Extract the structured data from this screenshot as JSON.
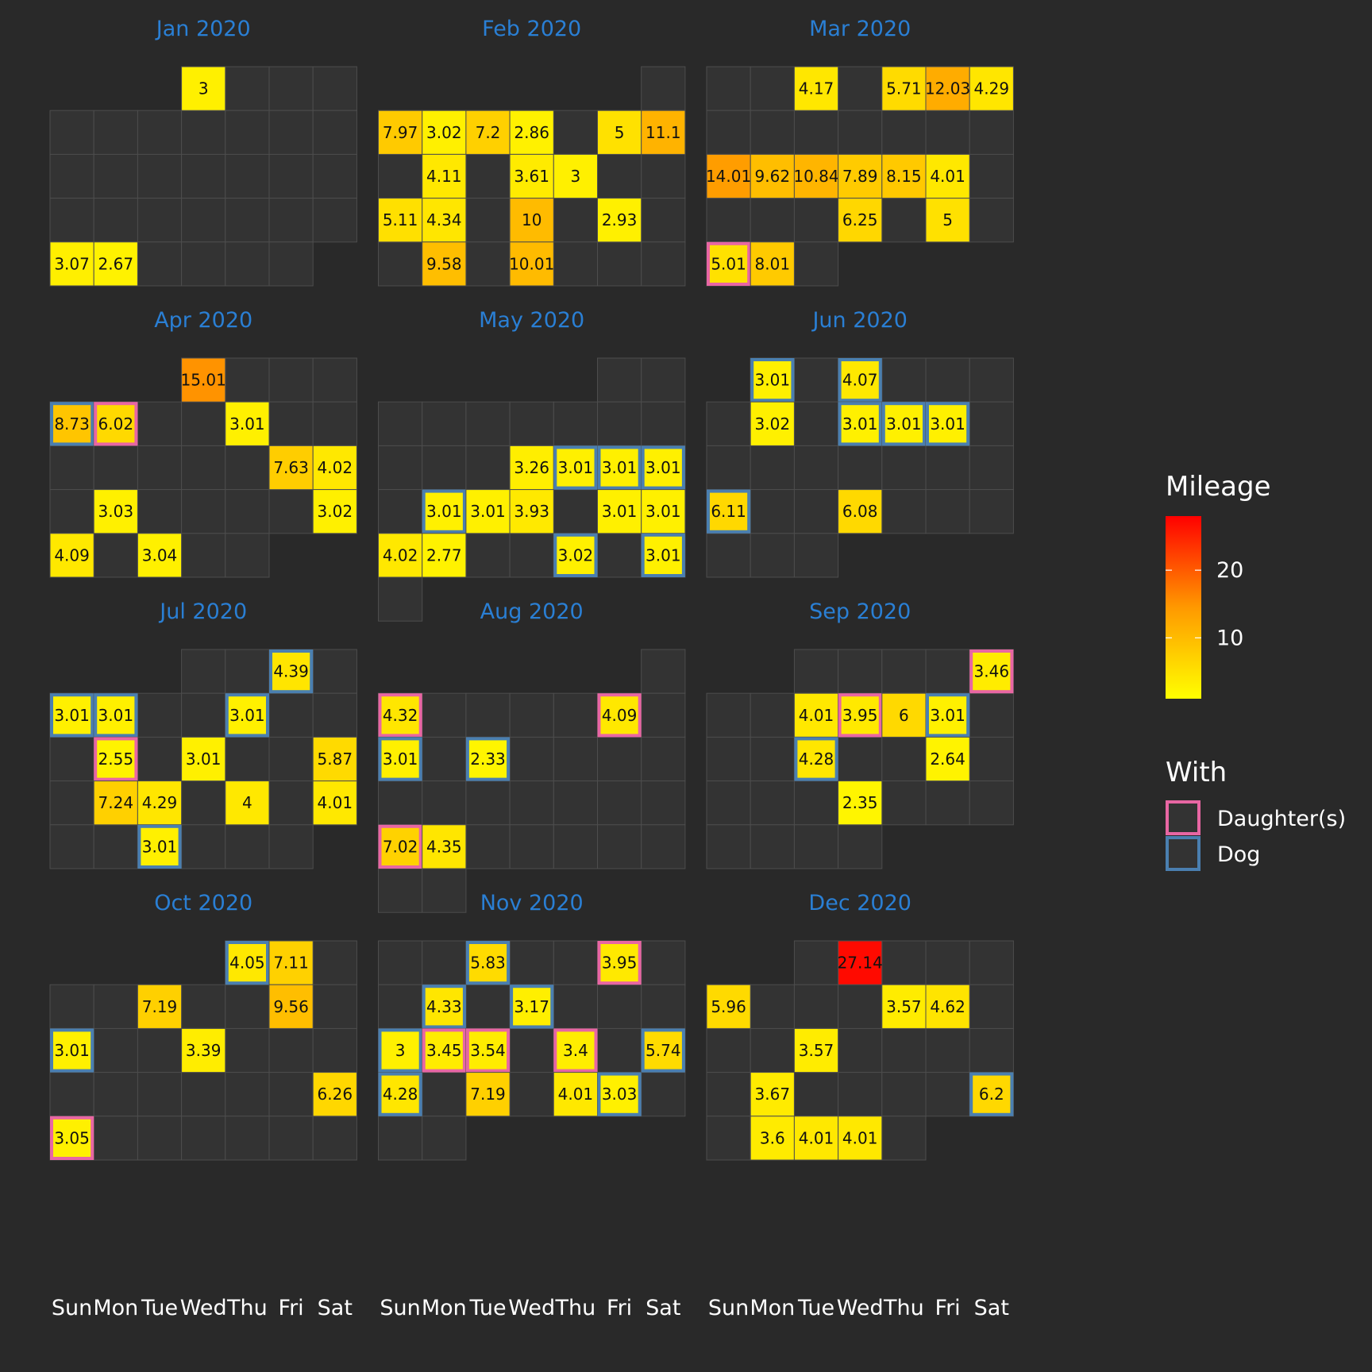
{
  "chart_data": {
    "type": "heatmap",
    "style": {
      "background": "#292929",
      "empty_cell": "#333333",
      "cell_border": "#4d4d4d",
      "title_color": "#2a7fd4",
      "label_color": "#ffffff",
      "low_color": "#ffff00",
      "mid_color": "#ff9900",
      "high_color": "#ff0000",
      "daughter_color": "#e866a3",
      "dog_color": "#4a7fb0"
    },
    "weekdays": [
      "Sun",
      "Mon",
      "Tue",
      "Wed",
      "Thu",
      "Fri",
      "Sat"
    ],
    "legend": {
      "mileage_title": "Mileage",
      "mileage_ticks": [
        10,
        20
      ],
      "mileage_range": [
        1,
        28
      ],
      "with_title": "With",
      "with_items": [
        {
          "key": "daughter",
          "label": "Daughter(s)"
        },
        {
          "key": "dog",
          "label": "Dog"
        }
      ]
    },
    "months": [
      {
        "title": "Jan 2020",
        "days": 31,
        "start": 3,
        "runs": [
          {
            "d": 1,
            "v": "3"
          },
          {
            "d": 26,
            "v": "3.07"
          },
          {
            "d": 27,
            "v": "2.67"
          }
        ]
      },
      {
        "title": "Feb 2020",
        "days": 29,
        "start": 6,
        "runs": [
          {
            "d": 2,
            "v": "7.97"
          },
          {
            "d": 3,
            "v": "3.02"
          },
          {
            "d": 4,
            "v": "7.2"
          },
          {
            "d": 5,
            "v": "2.86"
          },
          {
            "d": 7,
            "v": "5"
          },
          {
            "d": 8,
            "v": "11.1"
          },
          {
            "d": 10,
            "v": "4.11"
          },
          {
            "d": 12,
            "v": "3.61"
          },
          {
            "d": 13,
            "v": "3"
          },
          {
            "d": 16,
            "v": "5.11"
          },
          {
            "d": 17,
            "v": "4.34"
          },
          {
            "d": 19,
            "v": "10"
          },
          {
            "d": 21,
            "v": "2.93"
          },
          {
            "d": 24,
            "v": "9.58"
          },
          {
            "d": 26,
            "v": "10.01"
          }
        ]
      },
      {
        "title": "Mar 2020",
        "days": 31,
        "start": 0,
        "runs": [
          {
            "d": 3,
            "v": "4.17"
          },
          {
            "d": 5,
            "v": "5.71"
          },
          {
            "d": 6,
            "v": "12.03"
          },
          {
            "d": 7,
            "v": "4.29"
          },
          {
            "d": 15,
            "v": "14.01"
          },
          {
            "d": 16,
            "v": "9.62"
          },
          {
            "d": 17,
            "v": "10.84"
          },
          {
            "d": 18,
            "v": "7.89"
          },
          {
            "d": 19,
            "v": "8.15"
          },
          {
            "d": 20,
            "v": "4.01"
          },
          {
            "d": 25,
            "v": "6.25"
          },
          {
            "d": 27,
            "v": "5"
          },
          {
            "d": 29,
            "v": "5.01",
            "w": "daughter"
          },
          {
            "d": 30,
            "v": "8.01"
          }
        ]
      },
      {
        "title": "Apr 2020",
        "days": 30,
        "start": 3,
        "runs": [
          {
            "d": 1,
            "v": "15.01"
          },
          {
            "d": 5,
            "v": "8.73",
            "w": "dog"
          },
          {
            "d": 6,
            "v": "6.02",
            "w": "daughter"
          },
          {
            "d": 9,
            "v": "3.01"
          },
          {
            "d": 17,
            "v": "7.63"
          },
          {
            "d": 18,
            "v": "4.02"
          },
          {
            "d": 20,
            "v": "3.03"
          },
          {
            "d": 25,
            "v": "3.02"
          },
          {
            "d": 26,
            "v": "4.09"
          },
          {
            "d": 28,
            "v": "3.04"
          }
        ]
      },
      {
        "title": "May 2020",
        "days": 31,
        "start": 5,
        "runs": [
          {
            "d": 13,
            "v": "3.26"
          },
          {
            "d": 14,
            "v": "3.01",
            "w": "dog"
          },
          {
            "d": 15,
            "v": "3.01",
            "w": "dog"
          },
          {
            "d": 16,
            "v": "3.01",
            "w": "dog"
          },
          {
            "d": 18,
            "v": "3.01",
            "w": "dog"
          },
          {
            "d": 19,
            "v": "3.01"
          },
          {
            "d": 20,
            "v": "3.93"
          },
          {
            "d": 22,
            "v": "3.01"
          },
          {
            "d": 23,
            "v": "3.01"
          },
          {
            "d": 24,
            "v": "4.02"
          },
          {
            "d": 25,
            "v": "2.77"
          },
          {
            "d": 28,
            "v": "3.02",
            "w": "dog"
          },
          {
            "d": 30,
            "v": "3.01",
            "w": "dog"
          }
        ]
      },
      {
        "title": "Jun 2020",
        "days": 30,
        "start": 1,
        "runs": [
          {
            "d": 1,
            "v": "3.01",
            "w": "dog"
          },
          {
            "d": 3,
            "v": "4.07",
            "w": "dog"
          },
          {
            "d": 8,
            "v": "3.02"
          },
          {
            "d": 10,
            "v": "3.01",
            "w": "dog"
          },
          {
            "d": 11,
            "v": "3.01",
            "w": "dog"
          },
          {
            "d": 12,
            "v": "3.01",
            "w": "dog"
          },
          {
            "d": 21,
            "v": "6.11",
            "w": "dog"
          },
          {
            "d": 24,
            "v": "6.08"
          }
        ]
      },
      {
        "title": "Jul 2020",
        "days": 31,
        "start": 3,
        "runs": [
          {
            "d": 3,
            "v": "4.39",
            "w": "dog"
          },
          {
            "d": 5,
            "v": "3.01",
            "w": "dog"
          },
          {
            "d": 6,
            "v": "3.01",
            "w": "dog"
          },
          {
            "d": 9,
            "v": "3.01",
            "w": "dog"
          },
          {
            "d": 13,
            "v": "2.55",
            "w": "daughter"
          },
          {
            "d": 15,
            "v": "3.01"
          },
          {
            "d": 18,
            "v": "5.87"
          },
          {
            "d": 20,
            "v": "7.24"
          },
          {
            "d": 21,
            "v": "4.29"
          },
          {
            "d": 23,
            "v": "4"
          },
          {
            "d": 25,
            "v": "4.01"
          },
          {
            "d": 28,
            "v": "3.01",
            "w": "dog"
          }
        ]
      },
      {
        "title": "Aug 2020",
        "days": 31,
        "start": 6,
        "runs": [
          {
            "d": 2,
            "v": "4.32",
            "w": "daughter"
          },
          {
            "d": 7,
            "v": "4.09",
            "w": "daughter"
          },
          {
            "d": 9,
            "v": "3.01",
            "w": "dog"
          },
          {
            "d": 11,
            "v": "2.33",
            "w": "dog"
          },
          {
            "d": 23,
            "v": "7.02",
            "w": "daughter"
          },
          {
            "d": 24,
            "v": "4.35"
          }
        ]
      },
      {
        "title": "Sep 2020",
        "days": 30,
        "start": 2,
        "runs": [
          {
            "d": 5,
            "v": "3.46",
            "w": "daughter"
          },
          {
            "d": 8,
            "v": "4.01"
          },
          {
            "d": 9,
            "v": "3.95",
            "w": "daughter"
          },
          {
            "d": 10,
            "v": "6"
          },
          {
            "d": 11,
            "v": "3.01",
            "w": "dog"
          },
          {
            "d": 15,
            "v": "4.28",
            "w": "dog"
          },
          {
            "d": 18,
            "v": "2.64"
          },
          {
            "d": 23,
            "v": "2.35"
          }
        ]
      },
      {
        "title": "Oct 2020",
        "days": 31,
        "start": 4,
        "runs": [
          {
            "d": 1,
            "v": "4.05",
            "w": "dog"
          },
          {
            "d": 2,
            "v": "7.11"
          },
          {
            "d": 6,
            "v": "7.19"
          },
          {
            "d": 9,
            "v": "9.56"
          },
          {
            "d": 11,
            "v": "3.01",
            "w": "dog"
          },
          {
            "d": 14,
            "v": "3.39"
          },
          {
            "d": 24,
            "v": "6.26"
          },
          {
            "d": 25,
            "v": "3.05",
            "w": "daughter"
          }
        ]
      },
      {
        "title": "Nov 2020",
        "days": 30,
        "start": 0,
        "runs": [
          {
            "d": 3,
            "v": "5.83",
            "w": "dog"
          },
          {
            "d": 6,
            "v": "3.95",
            "w": "daughter"
          },
          {
            "d": 9,
            "v": "4.33",
            "w": "dog"
          },
          {
            "d": 11,
            "v": "3.17",
            "w": "dog"
          },
          {
            "d": 15,
            "v": "3",
            "w": "dog"
          },
          {
            "d": 16,
            "v": "3.45",
            "w": "daughter"
          },
          {
            "d": 17,
            "v": "3.54",
            "w": "daughter"
          },
          {
            "d": 19,
            "v": "3.4",
            "w": "daughter"
          },
          {
            "d": 21,
            "v": "5.74",
            "w": "dog"
          },
          {
            "d": 22,
            "v": "4.28",
            "w": "dog"
          },
          {
            "d": 24,
            "v": "7.19"
          },
          {
            "d": 26,
            "v": "4.01"
          },
          {
            "d": 27,
            "v": "3.03",
            "w": "dog"
          }
        ]
      },
      {
        "title": "Dec 2020",
        "days": 31,
        "start": 2,
        "runs": [
          {
            "d": 2,
            "v": "27.14"
          },
          {
            "d": 6,
            "v": "5.96"
          },
          {
            "d": 10,
            "v": "3.57"
          },
          {
            "d": 11,
            "v": "4.62"
          },
          {
            "d": 15,
            "v": "3.57"
          },
          {
            "d": 21,
            "v": "3.67"
          },
          {
            "d": 26,
            "v": "6.2",
            "w": "dog"
          },
          {
            "d": 28,
            "v": "3.6"
          },
          {
            "d": 29,
            "v": "4.01"
          },
          {
            "d": 30,
            "v": "4.01"
          }
        ]
      }
    ]
  }
}
